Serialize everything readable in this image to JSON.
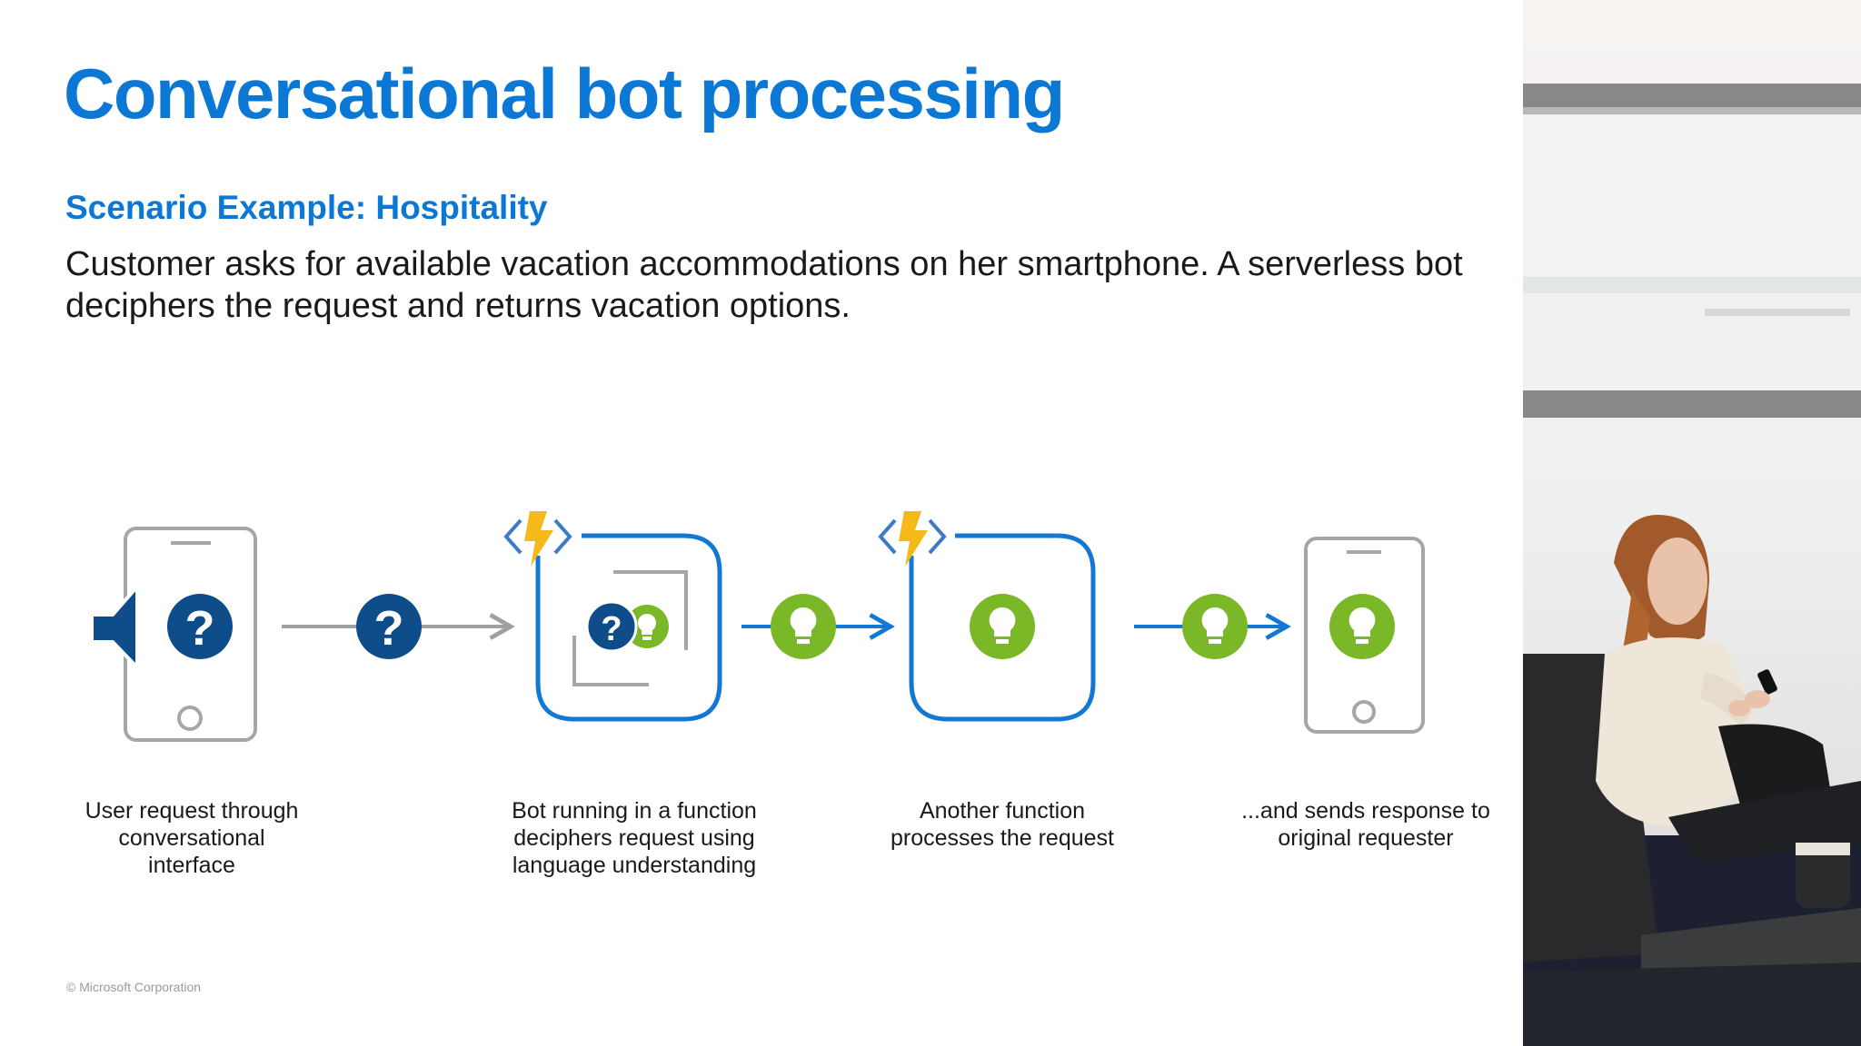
{
  "slide": {
    "title": "Conversational bot processing",
    "scenario_label": "Scenario Example: Hospitality",
    "description": "Customer asks for available vacation accommodations on her smartphone. A serverless bot deciphers the request and returns vacation options.",
    "copyright": "© Microsoft Corporation"
  },
  "diagram": {
    "colors": {
      "question": "#0e4c8a",
      "idea": "#7ab828",
      "frame_blue": "#1378d4",
      "phone_gray": "#a6a6a6",
      "arrow_gray": "#a0a0a0",
      "bolt": "#f6b91a"
    },
    "steps": [
      {
        "icon": "phone-with-speaker-and-question-icon",
        "caption_lines": [
          "User request through",
          "conversational",
          "interface"
        ]
      },
      {
        "icon": "function-bot-language-understanding-icon",
        "caption_lines": [
          "Bot running in a function",
          "deciphers request using",
          "language understanding"
        ]
      },
      {
        "icon": "function-processing-icon",
        "caption_lines": [
          "Another function",
          "processes the request"
        ]
      },
      {
        "icon": "phone-with-answer-icon",
        "caption_lines": [
          "...and sends response to",
          "original requester"
        ]
      }
    ],
    "connectors": [
      {
        "from": 1,
        "to": 2,
        "token": "question-icon",
        "style": "gray"
      },
      {
        "from": 2,
        "to": 3,
        "token": "lightbulb-icon",
        "style": "blue"
      },
      {
        "from": 3,
        "to": 4,
        "token": "lightbulb-icon",
        "style": "blue"
      }
    ]
  }
}
